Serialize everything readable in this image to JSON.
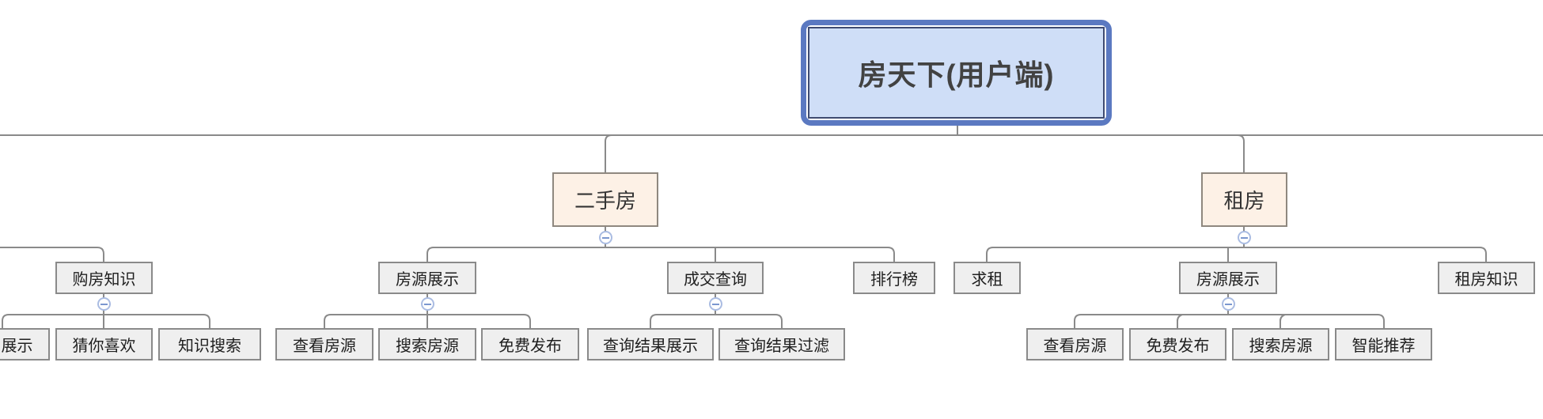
{
  "colors": {
    "root_border": "#5b79c1",
    "root_inner_border": "#3f4b71",
    "root_fill": "#cfdef7",
    "branch_fill": "#fdf1e6",
    "branch_border": "#8f887f",
    "topic_fill": "#efefef",
    "topic_border": "#8a8a8a",
    "connector": "#8a8a8a",
    "collapse_accent": "#7b97cf"
  },
  "tree": {
    "root": {
      "label": "房天下(用户端)"
    },
    "branches": [
      {
        "label": "二手房",
        "children": [
          {
            "label": "房源展示",
            "children": [
              {
                "label": "查看房源"
              },
              {
                "label": "搜索房源"
              },
              {
                "label": "免费发布"
              }
            ]
          },
          {
            "label": "成交查询",
            "children": [
              {
                "label": "查询结果展示"
              },
              {
                "label": "查询结果过滤"
              }
            ]
          },
          {
            "label": "排行榜",
            "children": []
          }
        ]
      },
      {
        "label": "租房",
        "children": [
          {
            "label": "求租",
            "children": []
          },
          {
            "label": "房源展示",
            "children": [
              {
                "label": "查看房源"
              },
              {
                "label": "免费发布"
              },
              {
                "label": "搜索房源"
              },
              {
                "label": "智能推荐"
              }
            ]
          },
          {
            "label": "租房知识",
            "children": []
          }
        ]
      }
    ],
    "clipped_left_branch": {
      "children": [
        {
          "label": "购房知识",
          "children": [
            {
              "label": "展示"
            },
            {
              "label": "猜你喜欢"
            },
            {
              "label": "知识搜索"
            }
          ]
        }
      ]
    }
  },
  "collapse_button": {
    "state": "expanded",
    "glyph": "minus"
  }
}
